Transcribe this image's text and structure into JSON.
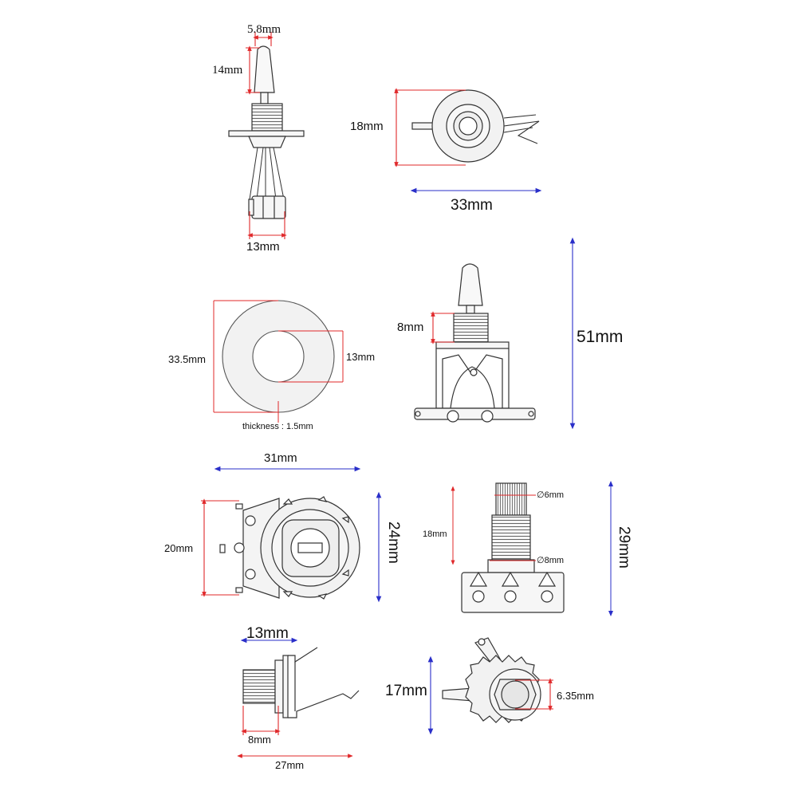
{
  "labels": {
    "toggle_tip_width": "5.8mm",
    "toggle_tip_height": "14mm",
    "toggle_base_width": "13mm",
    "switch_top_height": "18mm",
    "switch_top_width": "33mm",
    "washer_diameter": "33.5mm",
    "washer_hole": "13mm",
    "washer_thickness": "thickness : 1.5mm",
    "toggle_bushing": "8mm",
    "toggle_total_height": "51mm",
    "pot_width": "31mm",
    "pot_lug_span": "20mm",
    "pot_diameter": "24mm",
    "pot_shaft_dia": "∅6mm",
    "pot_bushing_dia": "∅8mm",
    "pot_bushing_height": "18mm",
    "pot_total_height": "29mm",
    "jack_body_width": "13mm",
    "jack_thread": "8mm",
    "jack_length": "27mm",
    "jack_plate_height": "17mm",
    "jack_bore": "6.35mm"
  },
  "colors": {
    "dimension_red": "#e0282a",
    "dimension_blue": "#2a2fc9",
    "outline": "#333333",
    "part_fill": "#f2f2f2"
  }
}
